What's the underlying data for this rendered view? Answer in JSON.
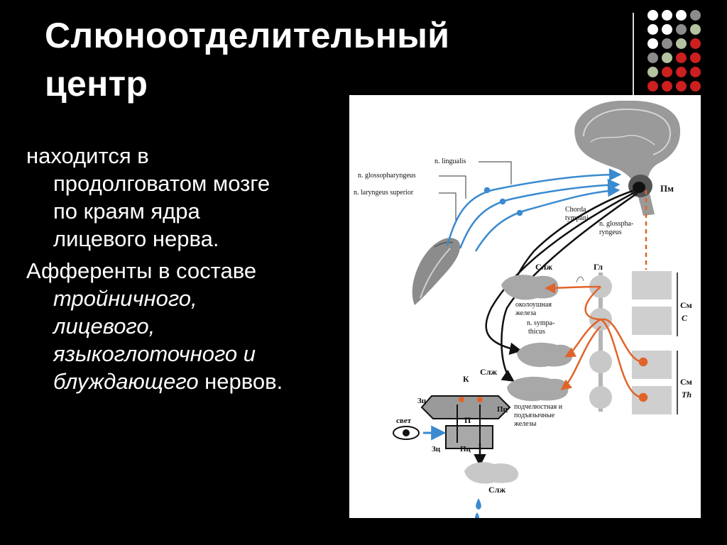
{
  "slide": {
    "title_line1": "Слюноотделительный",
    "title_line2": "центр",
    "para1": "находится в продолговатом мозге по краям ядра лицевого нерва.",
    "para2_prefix": "Афференты в составе ",
    "para2_italic": "тройничного, лицевого, языкоглоточного и блуждающего",
    "para2_suffix": " нервов."
  },
  "decor": {
    "dot_colors": [
      "#ffffff",
      "#8c8c8c",
      "#b3c3a0",
      "#cc1f1f"
    ]
  },
  "diagram": {
    "labels": {
      "n_lingualis": "n. lingualis",
      "n_glosso": "n. glossopharyngeus",
      "n_laryngeus": "n. laryngeus superior",
      "pm": "Пм",
      "chorda1": "Chorda",
      "chorda2": "tympani",
      "n_glossph1": "n. glosspha-",
      "n_glossph2": "ryngeus",
      "slzh_top": "Слж",
      "gl": "Гл",
      "okolo1": "околоушная",
      "okolo2": "железа",
      "symp1": "n. sympa-",
      "symp2": "thicus",
      "sm1": "См",
      "c": "С",
      "sm2": "См",
      "th": "Th",
      "slzh_mid": "Слж",
      "k": "К",
      "zc1": "Зц",
      "pc1": "Пц",
      "svet": "свет",
      "p": "П",
      "zc2": "Зц",
      "pc2": "Пц",
      "podch1": "подчелюстная и",
      "podch2": "подъязычные",
      "podch3": "железы",
      "slzh_bottom": "Слж"
    }
  }
}
